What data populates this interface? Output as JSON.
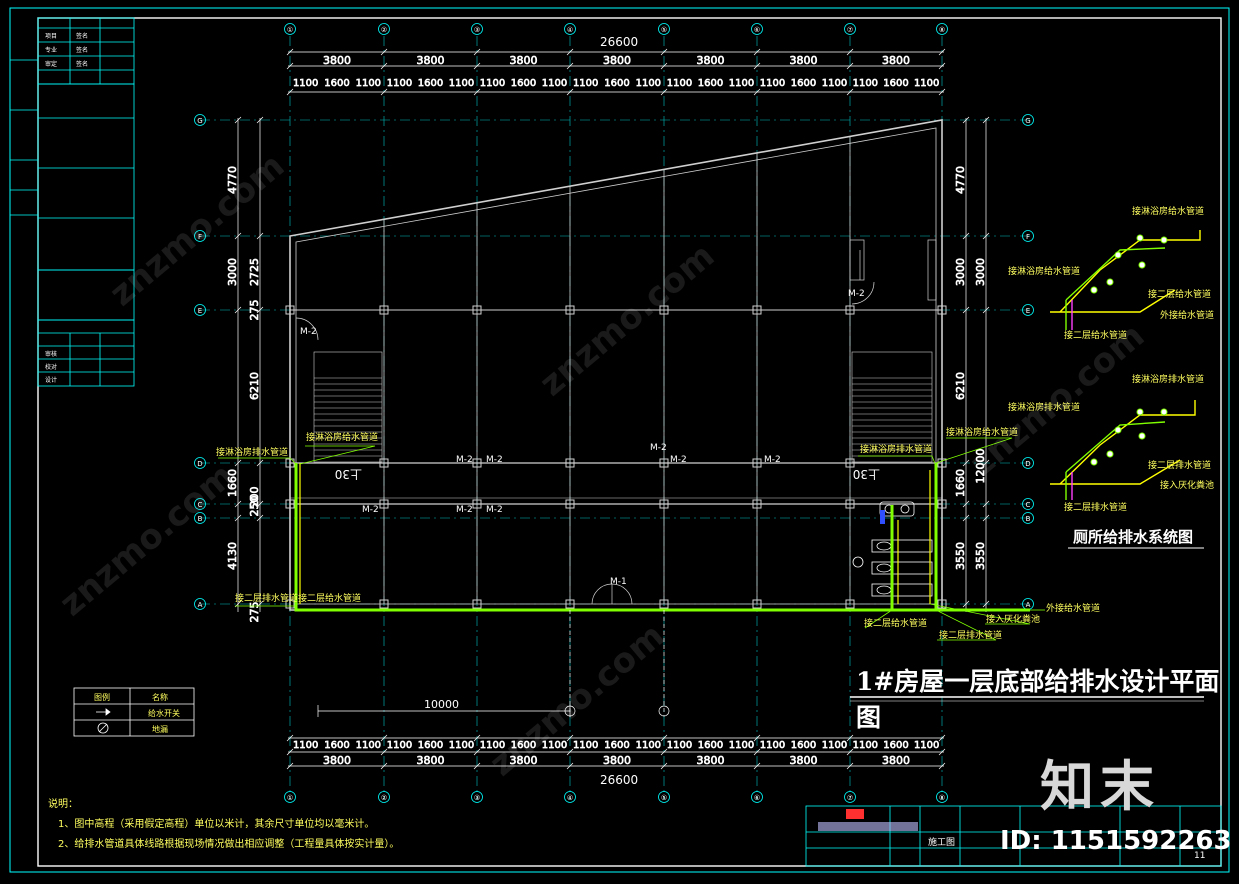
{
  "drawing": {
    "title": "1#房屋一层底部给排水设计平面图",
    "system_title": "厕所给排水系统图",
    "total_dim_top": "26600",
    "total_dim_bottom": "26600",
    "bay_dim": "3800",
    "span_label": "10000",
    "grid_top": [
      "①",
      "②",
      "③",
      "④",
      "⑤",
      "⑥",
      "⑦",
      "⑧"
    ],
    "grid_side": [
      "G",
      "F",
      "E",
      "D",
      "C",
      "B",
      "A"
    ],
    "sub_dims_top": [
      "1100",
      "1600",
      "1100",
      "1100",
      "1600",
      "1100",
      "1100",
      "1600",
      "1100",
      "1100",
      "1600",
      "1100",
      "1100",
      "1600",
      "1100",
      "1100",
      "1600",
      "1100"
    ],
    "left_dims": [
      "4770",
      "3000",
      "2725",
      "275",
      "6210",
      "1660",
      "200",
      "250",
      "4130",
      "275"
    ],
    "right_dims": [
      "4770",
      "3000",
      "3000",
      "6210",
      "12000",
      "1660",
      "3550",
      "3550"
    ],
    "door_labels": [
      "M-2",
      "M-2",
      "M-2",
      "M-2",
      "M-2",
      "M-2",
      "M-2",
      "M-2",
      "M-2",
      "M-2",
      "M-1"
    ],
    "stair_labels": [
      "上30",
      "上30"
    ],
    "pipe_labels": [
      "接淋浴房排水管道",
      "接淋浴房给水管道",
      "接淋浴房排水管道",
      "接淋浴房给水管道",
      "接二层排水管道",
      "接二层给水管道",
      "接二层给水管道",
      "接二层排水管道",
      "接入厌化粪池",
      "外接给水管道"
    ],
    "system_labels": [
      "接淋浴房给水管道",
      "接淋浴房给水管道",
      "接二层给水管道",
      "外接给水管道",
      "接二层给水管道",
      "接淋浴房排水管道",
      "接淋浴房排水管道",
      "接二层排水管道",
      "接入厌化粪池",
      "接二层排水管道"
    ],
    "legend": {
      "headers": [
        "图例",
        "名称"
      ],
      "rows": [
        "给水开关",
        "地漏"
      ]
    },
    "notes": {
      "heading": "说明：",
      "items": [
        "1、图中高程（采用假定高程）单位以米计，其余尺寸单位均以毫米计。",
        "2、给排水管道具体线路根据现场情况做出相应调整（工程量具体按实计量）。"
      ]
    },
    "title_block": {
      "stage": "施工图",
      "sheet": "11"
    }
  },
  "watermark": {
    "brand": "知末",
    "id": "ID: 1151592263",
    "text": "znzmo.com"
  },
  "colors": {
    "structure": "#d0d0d0",
    "grid": "#00ffff",
    "supply": "#80ff00",
    "drain": "#ffff00",
    "frame": "#00ffff"
  }
}
